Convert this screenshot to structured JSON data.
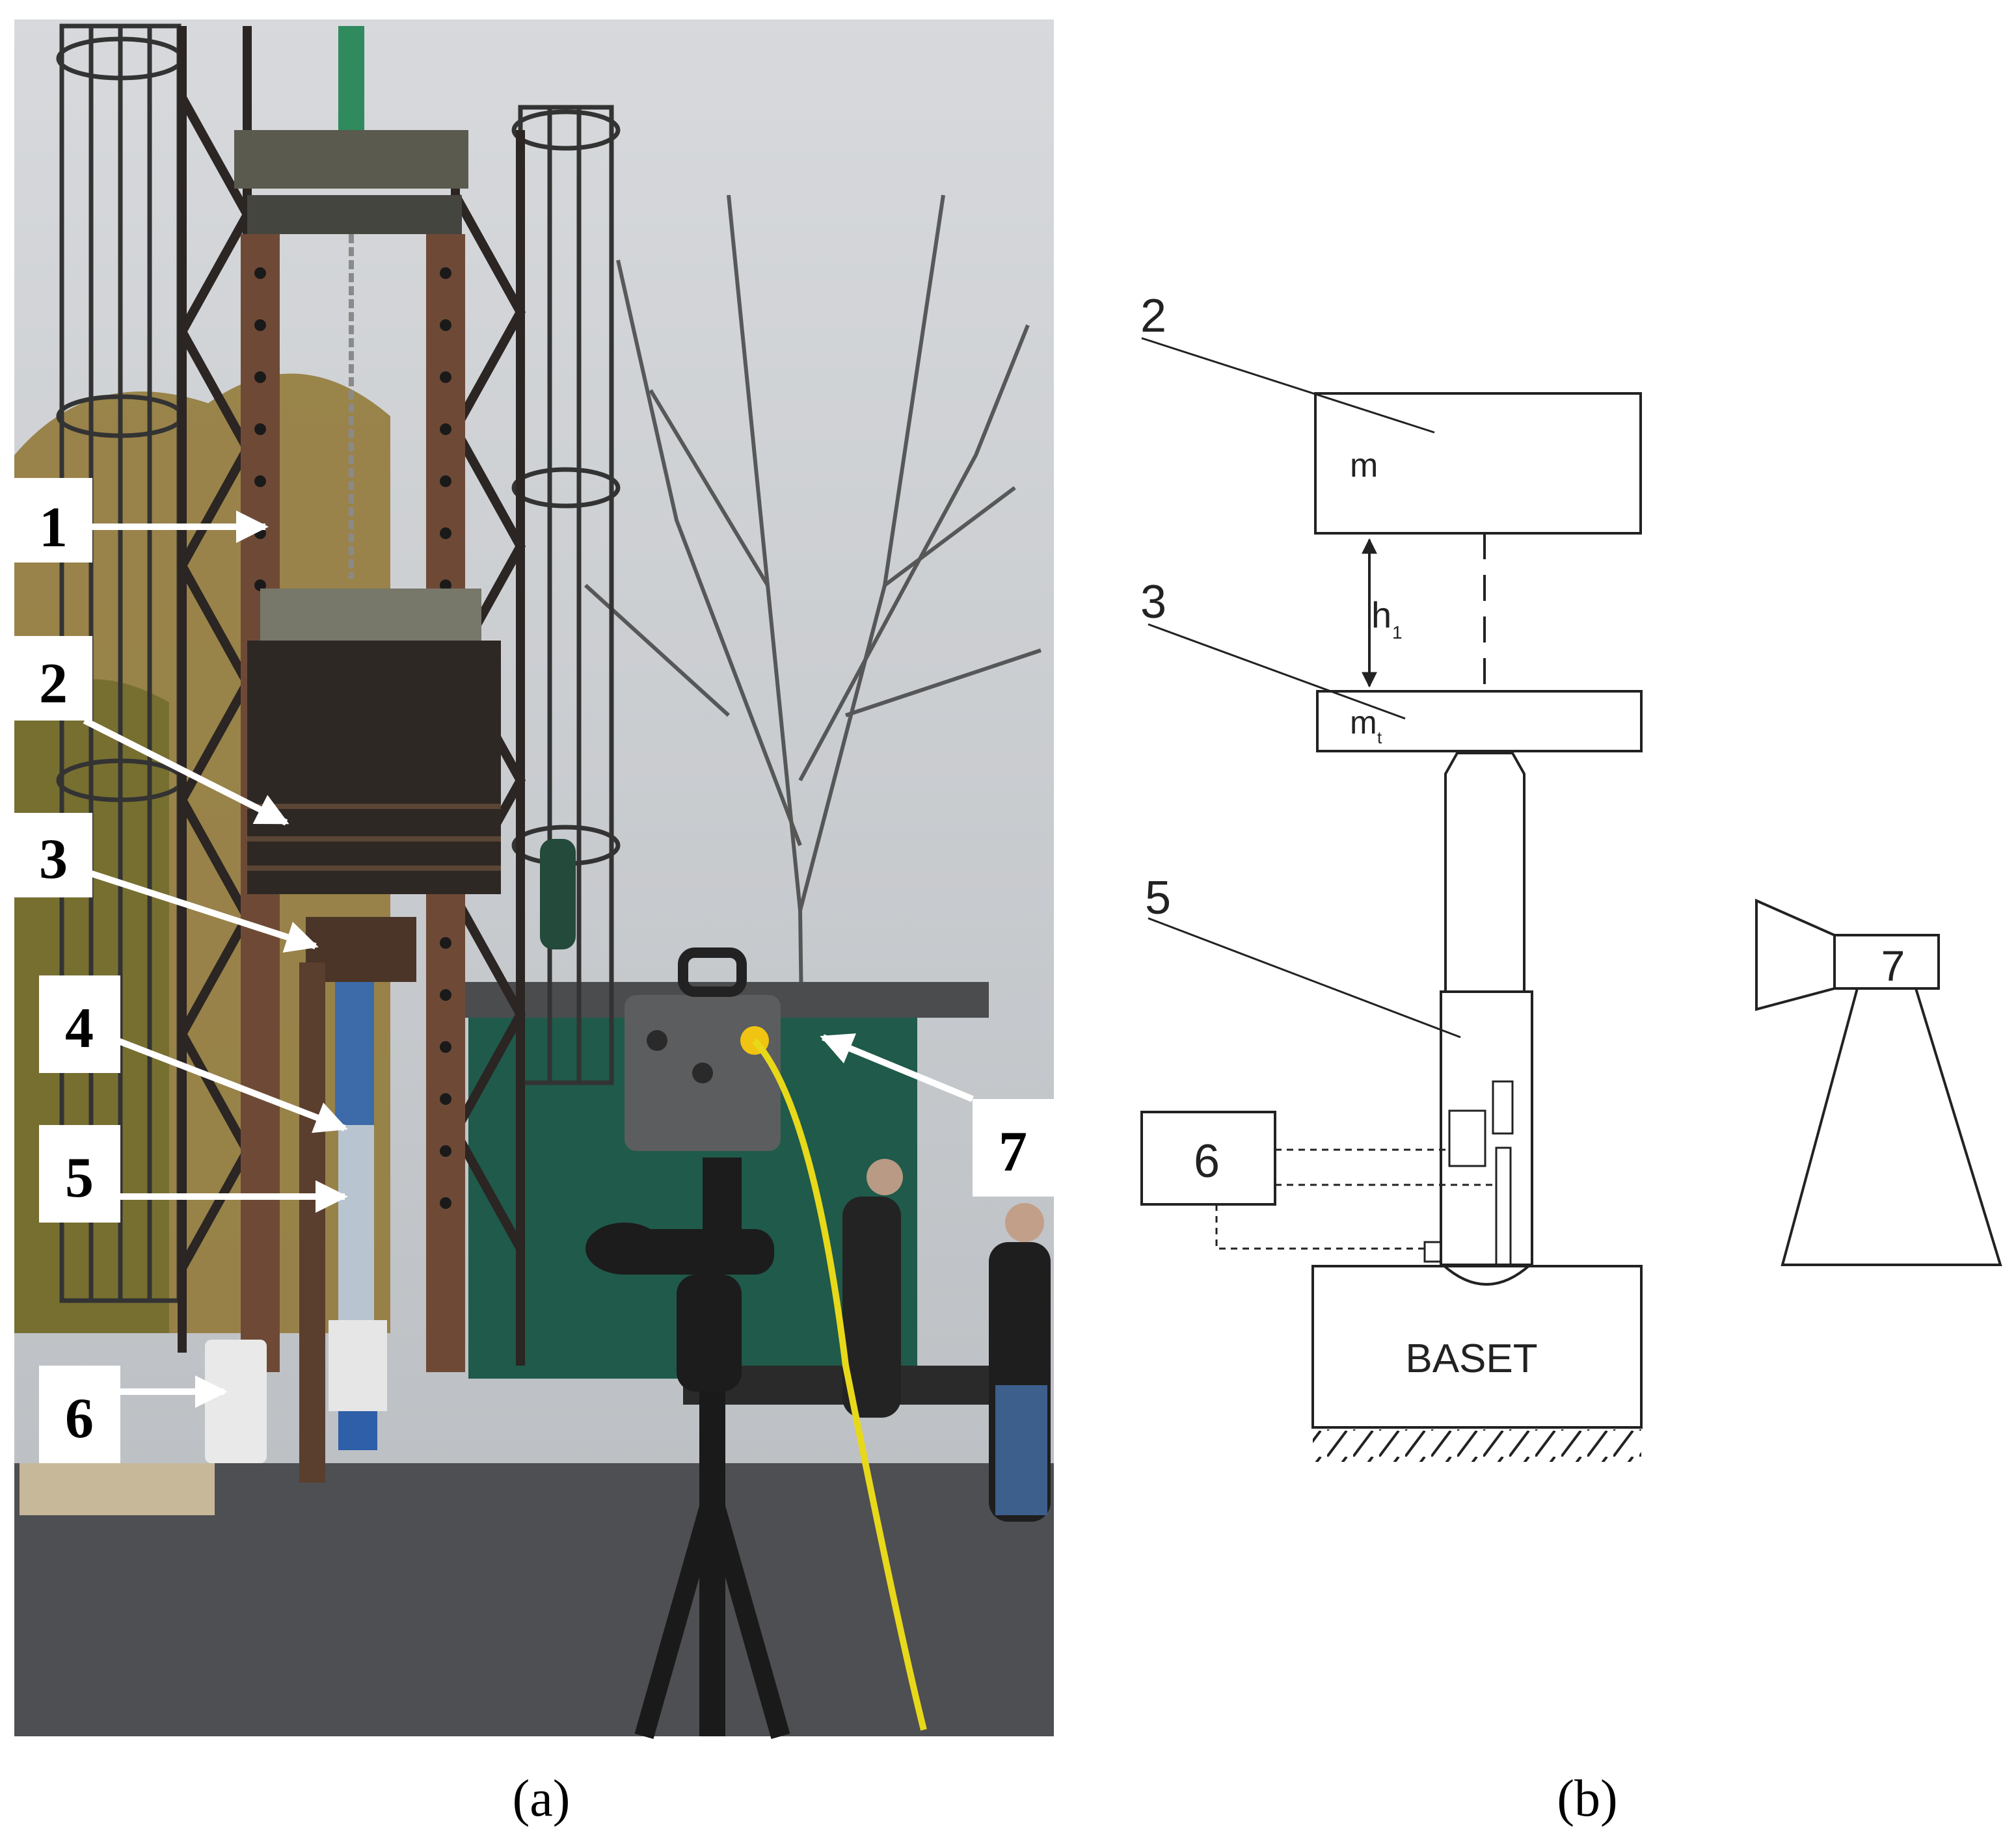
{
  "panel_a": {
    "caption": "(a)",
    "callouts": [
      {
        "id": "1",
        "label": "1"
      },
      {
        "id": "2",
        "label": "2"
      },
      {
        "id": "3",
        "label": "3"
      },
      {
        "id": "4",
        "label": "4"
      },
      {
        "id": "5",
        "label": "5"
      },
      {
        "id": "6",
        "label": "6"
      },
      {
        "id": "7",
        "label": "7"
      }
    ]
  },
  "panel_b": {
    "caption": "(b)",
    "labels": {
      "n2": "2",
      "n3": "3",
      "n5": "5",
      "n6": "6",
      "n7": "7",
      "mass": "m",
      "height": "h",
      "height_sub": "1",
      "mass_t": "m",
      "mass_t_sub": "t",
      "base": "BASET"
    }
  },
  "colors": {
    "line": "#222222",
    "dashed": "#444444",
    "sky": "#c9ccd0",
    "steel": "#2b2523",
    "rust": "#6e4a36",
    "foliage": "#9a7a34",
    "green_shed": "#1f5a4a",
    "ground": "#4d4d4f",
    "callout_bg": "#ffffff"
  }
}
